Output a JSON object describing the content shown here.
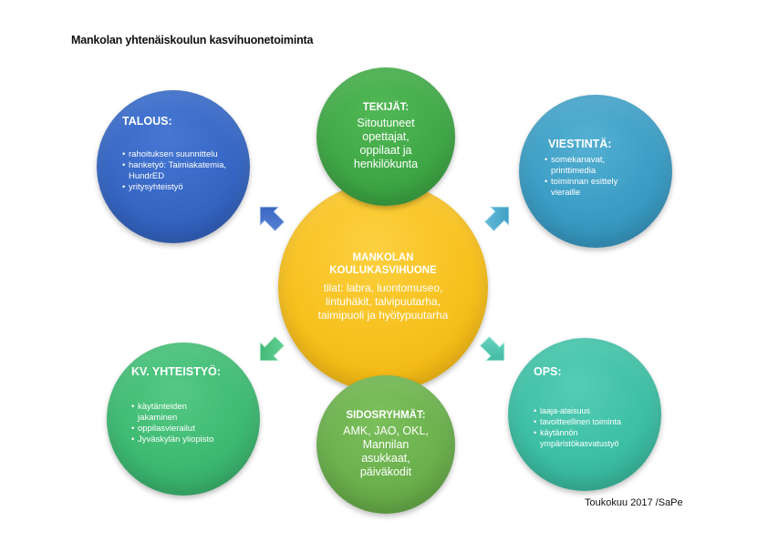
{
  "title": "Mankolan yhtenäiskoulun kasvihuonetoiminta",
  "footer": "Toukokuu 2017 /SaPe",
  "colors": {
    "talous": "#3566c4",
    "tekijat": "#3fa845",
    "viestinta": "#3a9cc4",
    "center": "#f7c01c",
    "kv": "#3dba72",
    "sidosryhmat": "#6ab04c",
    "ops": "#3cbfa4"
  },
  "center": {
    "heading_line1": "MANKOLAN",
    "heading_line2": "KOULUKASVIHUONE",
    "body": "tilat: labra, luontomuseo, lintuhäkit, talvipuutarha, taimipuoli ja hyötypuutarha"
  },
  "talous": {
    "heading": "TALOUS:",
    "items": [
      "rahoituksen suunnittelu",
      "hanketyö: Taimiakatemia, HundrED",
      "yritysyhteistyö"
    ]
  },
  "tekijat": {
    "heading": "TEKIJÄT:",
    "body": "Sitoutuneet opettajat, oppilaat ja henkilökunta"
  },
  "viestinta": {
    "heading": "VIESTINTÄ:",
    "items": [
      "somekanavat, printtimedia",
      "toiminnan esittely vieraille"
    ]
  },
  "kv": {
    "heading": "KV. YHTEISTYÖ:",
    "items": [
      "käytänteiden jakaminen",
      "oppilasvierailut",
      "Jyväskylän yliopisto"
    ]
  },
  "sidosryhmat": {
    "heading": "SIDOSRYHMÄT:",
    "body": "AMK, JAO, OKL, Mannilan asukkaat, päiväkodit"
  },
  "ops": {
    "heading": "OPS:",
    "items": [
      "laaja-alaisuus",
      "tavoitteellinen toiminta",
      "käytännön ympäristökasvatustyö"
    ]
  }
}
